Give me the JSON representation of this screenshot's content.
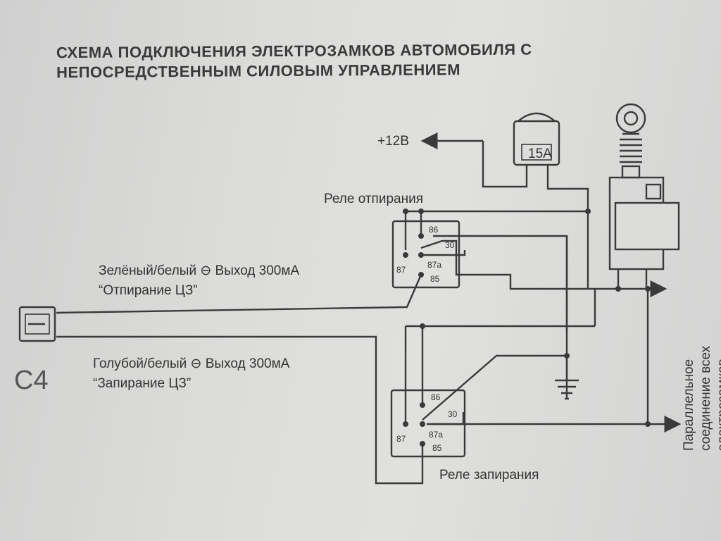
{
  "title": {
    "line1": "Схема подключения электрозамков автомобиля с",
    "line2": "непосредственным силовым управлением"
  },
  "labels": {
    "power": "+12В",
    "fuse": "15А",
    "relay_unlock": "Реле отпирания",
    "relay_lock": "Реле запирания",
    "wire_green": "Зелёный/белый ⊖ Выход 300мА",
    "wire_green_func": "“Отпирание ЦЗ”",
    "wire_blue": "Голубой/белый ⊖ Выход 300мА",
    "wire_blue_func": "“Запирание ЦЗ”",
    "connector": "C4",
    "parallel_1": "Параллельное",
    "parallel_2": "соединение всех",
    "parallel_3": "электрозамков"
  },
  "pins": {
    "p86": "86",
    "p30": "30",
    "p87": "87",
    "p87a": "87a",
    "p85": "85"
  },
  "colors": {
    "line": "#3a3a3a",
    "paper": "#dcdcda"
  }
}
